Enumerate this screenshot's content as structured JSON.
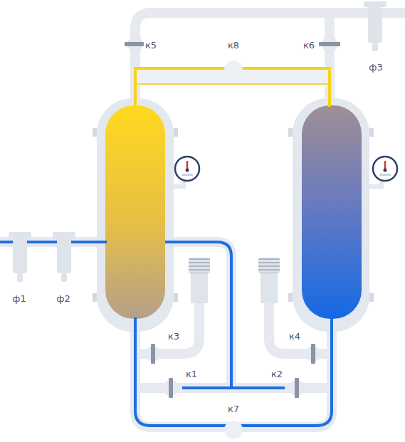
{
  "diagram": {
    "labels": [
      "к5",
      "к8",
      "к6",
      "ф3",
      "ф1",
      "ф2",
      "к3",
      "к4",
      "к1",
      "к2",
      "к7"
    ]
  }
}
